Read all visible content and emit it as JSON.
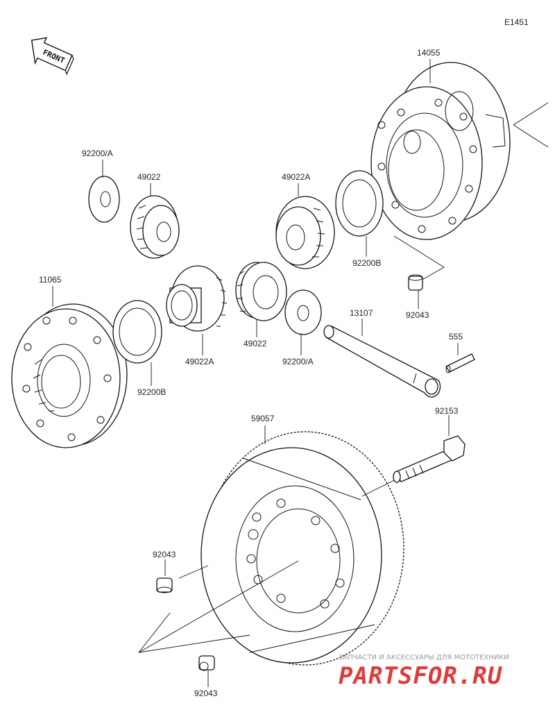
{
  "diagram_code": "E1451",
  "front_label": "FRONT",
  "parts": {
    "p14055": "14055",
    "p92200a_top": "92200/A",
    "p49022_top": "49022",
    "p49022a_top": "49022A",
    "p92200b_right": "92200B",
    "p92043_upper": "92043",
    "p11065": "11065",
    "p92200b_left": "92200B",
    "p49022a_low": "49022A",
    "p49022_low": "49022",
    "p92200a_low": "92200/A",
    "p13107": "13107",
    "p555": "555",
    "p59057": "59057",
    "p92153": "92153",
    "p92043_mid": "92043",
    "p92043_bottom": "92043"
  },
  "watermark": {
    "caption": "ЗАПЧАСТИ И АКСЕССУАРЫ ДЛЯ МОТОТЕХНИКИ",
    "logo": "PARTSFOR.RU"
  }
}
